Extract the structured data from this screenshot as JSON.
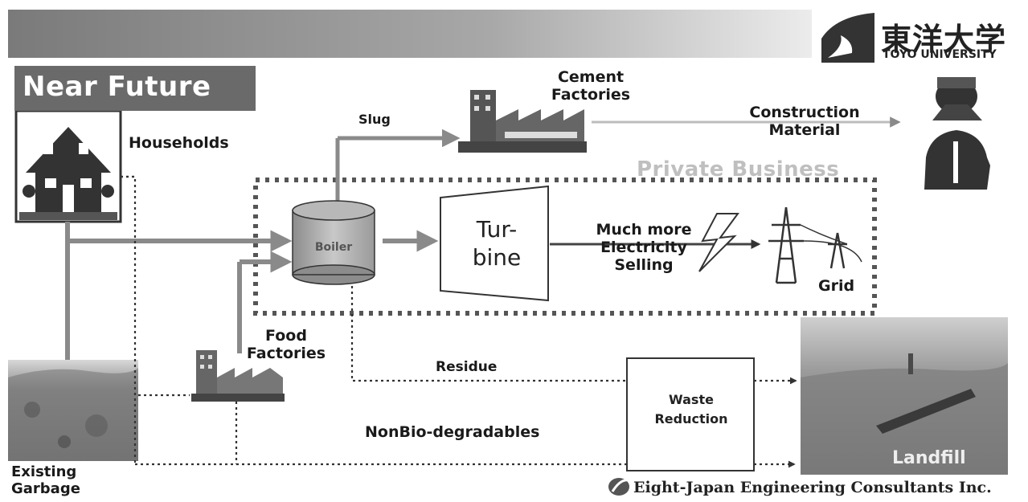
{
  "banner": {
    "title": "Near Future"
  },
  "logo": {
    "japanese": "東洋大学",
    "english": "TOYO UNIVERSITY"
  },
  "nodes": {
    "households": "Households",
    "cement_factories": "Cement\nFactories",
    "construction_material": "Construction\nMaterial",
    "private_business": "Private Business",
    "boiler": "Boiler",
    "turbine": "Tur-\nbine",
    "electricity": "Much more\nElectricity\nSelling",
    "grid": "Grid",
    "food_factories": "Food\nFactories",
    "existing_garbage": "Existing\nGarbage",
    "waste_reduction": "Waste\nReduction",
    "landfill": "Landfill"
  },
  "flows": {
    "slug": "Slug",
    "residue": "Residue",
    "non_bio": "NonBio-degradables"
  },
  "footer": {
    "credit": "Eight-Japan Engineering Consultants Inc."
  },
  "colors": {
    "arrow": "#8a8a8a",
    "dotted": "#333333",
    "banner": "#6a6a6a",
    "private_label": "#bfbfbf"
  },
  "icons": [
    "house-icon",
    "factory-icon",
    "lightning-icon",
    "pylon-icon",
    "worker-icon",
    "university-logo-icon",
    "consultant-logo-icon"
  ]
}
